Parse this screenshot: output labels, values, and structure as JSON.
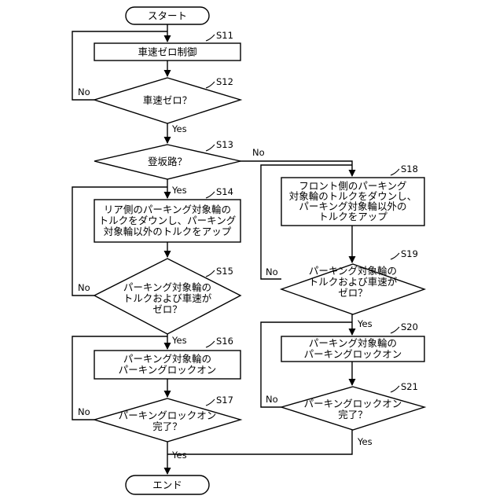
{
  "start": "スタート",
  "end": "エンド",
  "steps": {
    "s11": {
      "id": "S11",
      "text": [
        "車速ゼロ制御"
      ]
    },
    "s12": {
      "id": "S12",
      "text": [
        "車速ゼロ？"
      ]
    },
    "s13": {
      "id": "S13",
      "text": [
        "登坂路？"
      ]
    },
    "s14": {
      "id": "S14",
      "text": [
        "リア側のパーキング対象輪の",
        "トルクをダウンし、パーキング",
        "対象輪以外のトルクをアップ"
      ]
    },
    "s15": {
      "id": "S15",
      "text": [
        "パーキング対象輪の",
        "トルクおよび車速が",
        "ゼロ？"
      ]
    },
    "s16": {
      "id": "S16",
      "text": [
        "パーキング対象輪の",
        "パーキングロックオン"
      ]
    },
    "s17": {
      "id": "S17",
      "text": [
        "パーキングロックオン",
        "完了？"
      ]
    },
    "s18": {
      "id": "S18",
      "text": [
        "フロント側のパーキング",
        "対象輪のトルクをダウンし、",
        "パーキング対象輪以外の",
        "トルクをアップ"
      ]
    },
    "s19": {
      "id": "S19",
      "text": [
        "パーキング対象輪の",
        "トルクおよび車速が",
        "ゼロ？"
      ]
    },
    "s20": {
      "id": "S20",
      "text": [
        "パーキング対象輪の",
        "パーキングロックオン"
      ]
    },
    "s21": {
      "id": "S21",
      "text": [
        "パーキングロックオン",
        "完了？"
      ]
    }
  },
  "branches": {
    "s12_no": "No",
    "s12_yes": "Yes",
    "s13_no": "No",
    "s13_yes": "Yes",
    "s15_no": "No",
    "s15_yes": "Yes",
    "s17_no": "No",
    "s17_yes": "Yes",
    "s19_no": "No",
    "s19_yes": "Yes",
    "s21_no": "No",
    "s21_yes": "Yes"
  }
}
